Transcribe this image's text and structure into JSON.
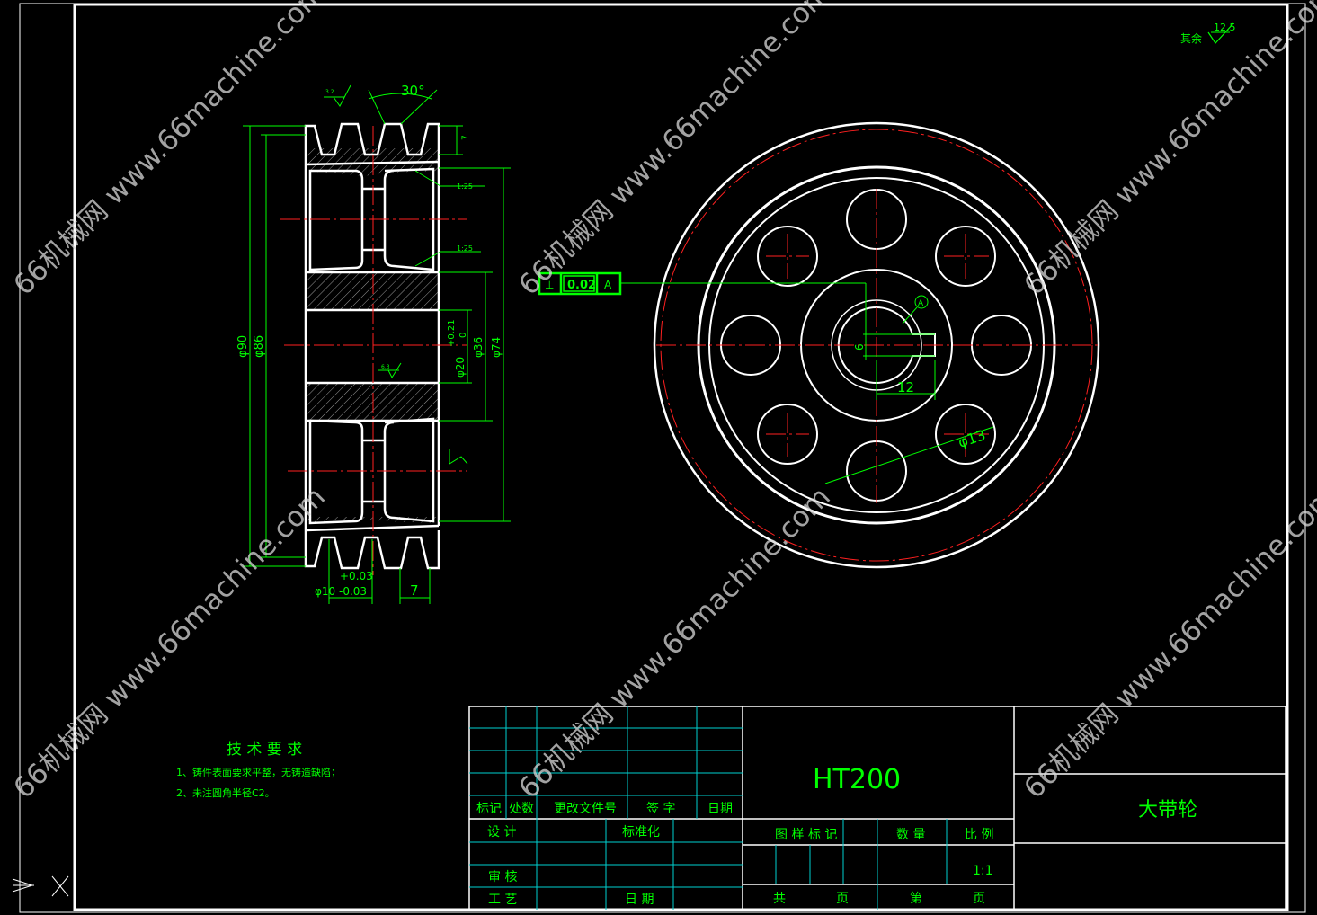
{
  "watermark": "66机械网 www.66machine.com",
  "surface_finish": {
    "label": "其余",
    "value": "12.5",
    "value_small": "3.2",
    "value_small2": "6.3"
  },
  "section_view": {
    "angle": "30°",
    "taper1": "1:25",
    "taper2": "1:25",
    "dims": {
      "d90": "φ90",
      "d86": "φ86",
      "d20": "φ20",
      "d20_tol_upper": "+0.21",
      "d20_tol_lower": "0",
      "d36": "φ36",
      "d74": "φ74",
      "d10_upper": "+0.03",
      "d10": "φ10  -0.03",
      "w7": "7",
      "top7": "7"
    }
  },
  "front_view": {
    "tolerance_frame": {
      "symbol": "⊥",
      "value": "0.02",
      "datum": "A"
    },
    "datum_label": "A",
    "key_depth": "6",
    "key_width": "12",
    "hole_dia": "φ13"
  },
  "tech_req": {
    "title": "技 术 要 求",
    "line1": "1、铸件表面要求平整，无铸造缺陷；",
    "line2": "2、未注圆角半径C2。"
  },
  "title_block": {
    "material": "HT200",
    "part_name": "大带轮",
    "rev_headers": [
      "标记",
      "处数",
      "更改文件号",
      "签 字",
      "日期"
    ],
    "design": "设 计",
    "standardize": "标准化",
    "review": "审 核",
    "process": "工 艺",
    "date": "日 期",
    "mark": "图 样 标 记",
    "quantity": "数 量",
    "scale_label": "比 例",
    "scale": "1:1",
    "total": "共",
    "page": "页",
    "sheet": "第",
    "page2": "页"
  }
}
